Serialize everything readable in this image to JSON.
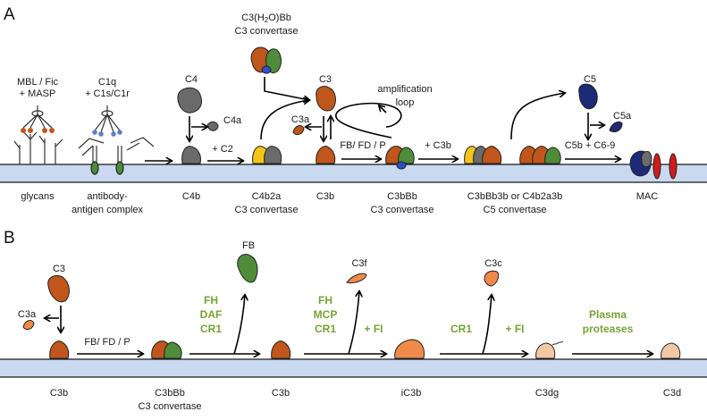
{
  "panel_a": {
    "letter": "A",
    "top_labels": {
      "mbl_line1": "MBL / Fic",
      "mbl_line2": "+ MASP",
      "c1q_line1": "C1q",
      "c1q_line2": "+ C1s/C1r",
      "c4": "C4",
      "c4a": "C4a",
      "plus_c2": "+ C2",
      "c3h2obb_line1": "C3(H2O)Bb",
      "c3h2obb_line2": "C3 convertase",
      "c3": "C3",
      "c3a": "C3a",
      "amp_line1": "amplification",
      "amp_line2": "loop",
      "fb_fd_p": "FB/ FD / P",
      "plus_c3b": "+ C3b",
      "c5": "C5",
      "c5a": "C5a",
      "c5b_c69": "C5b + C6-9"
    },
    "bottom_labels": {
      "glycans": "glycans",
      "antibody_line1": "antibody-",
      "antibody_line2": "antigen complex",
      "c4b": "C4b",
      "c4b2a_line1": "C4b2a",
      "c4b2a_line2": "C3 convertase",
      "c3b": "C3b",
      "c3bbb_line1": "C3bBb",
      "c3bbb_line2": "C3 convertase",
      "c5conv_line1": "C3bBb3b or C4b2a3b",
      "c5conv_line2": "C5 convertase",
      "mac": "MAC"
    }
  },
  "panel_b": {
    "letter": "B",
    "top_labels": {
      "c3": "C3",
      "c3a": "C3a",
      "fb_fd_p": "FB/ FD / P",
      "fb": "FB",
      "fh1": "FH",
      "daf": "DAF",
      "cr1_1": "CR1",
      "c3f": "C3f",
      "fh2": "FH",
      "mcp": "MCP",
      "cr1_2": "CR1",
      "plus_fi_1": "+ FI",
      "c3c": "C3c",
      "cr1_3": "CR1",
      "plus_fi_2": "+ FI",
      "plasma_line1": "Plasma",
      "plasma_line2": "proteases"
    },
    "bottom_labels": {
      "c3b_1": "C3b",
      "c3bbb_line1": "C3bBb",
      "c3bbb_line2": "C3 convertase",
      "c3b_2": "C3b",
      "ic3b": "iC3b",
      "c3dg": "C3dg",
      "c3d": "C3d"
    }
  },
  "colors": {
    "membrane": "#c9d9ef",
    "c3_orange": "#c0561b",
    "c4_gray": "#6b6b6b",
    "bb_green": "#4e8c3a",
    "c2a_yellow": "#f2c418",
    "blue_dot": "#2e4fc9",
    "c5_navy": "#1c2a78",
    "mac_red": "#d11b1b",
    "light_orange": "#f08a4a",
    "pale_peach": "#f4c7a3",
    "label_green": "#76a336"
  }
}
